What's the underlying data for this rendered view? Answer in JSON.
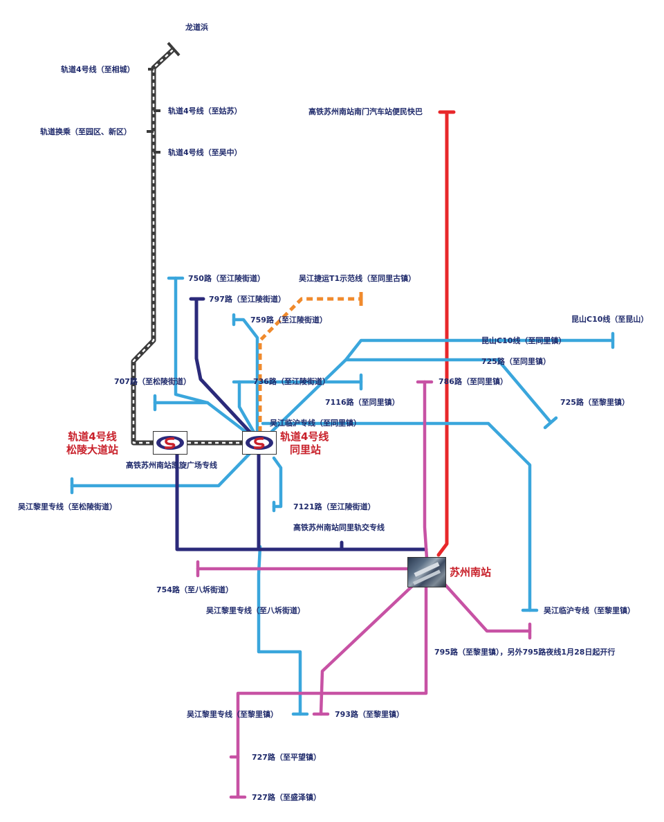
{
  "colors": {
    "line4": "#3b3b3b",
    "blue": "#3aa6dc",
    "navy": "#2b2a7a",
    "red": "#e8272a",
    "magenta": "#c752a4",
    "orange": "#f08a2c",
    "label": "#1f2a6b",
    "station": "#c8202a"
  },
  "stations": {
    "songling": [
      "轨道4号线",
      "松陵大道站"
    ],
    "tongli": [
      "轨道4号线",
      "同里站"
    ],
    "suzhou_south": "苏州南站"
  },
  "icons": {
    "metro": "suzhou-metro-logo-icon",
    "hub": "suzhou-south-station-photo-icon"
  },
  "labels": {
    "longdaobang": "龙道浜",
    "l4_xiangcheng": "轨道4号线（至相城）",
    "l4_gusu": "轨道4号线（至姑苏）",
    "transfer_yuanqu": "轨道换乘（至园区、新区）",
    "l4_wuzhong": "轨道4号线（至吴中）",
    "express_south_gate": "高铁苏州南站南门汽车站便民快巴",
    "r750": "750路（至江陵街道）",
    "t1": "吴江捷运T1示范线（至同里古镇）",
    "r797": "797路（至江陵街道）",
    "r759": "759路（至江陵街道）",
    "kunshan_c10": "昆山C10线（至昆山）",
    "c10_tongli": "昆山C10线（至同里镇）",
    "r725_tongli": "725路（至同里镇）",
    "r707": "707路（至松陵街道）",
    "r736": "736路（至江陵街道）",
    "r786": "786路（至同里镇）",
    "r7116": "7116路（至同里镇）",
    "r725_lili": "725路（至黎里镇）",
    "linhu_tongli": "吴江临沪专线（至同里镇）",
    "kaixuan": "高铁苏州南站凯旋广场专线",
    "lili_songling": "吴江黎里专线（至松陵街道）",
    "r7121": "7121路（至江陵街道）",
    "tongli_rail": "高铁苏州南站同里轨交专线",
    "r754": "754路（至八坼街道）",
    "lili_bache": "吴江黎里专线（至八坼街道）",
    "linhu_lili": "吴江临沪专线（至黎里镇）",
    "r795": "795路（至黎里镇），另外795路夜线1月28日起开行",
    "lili_lili": "吴江黎里专线（至黎里镇）",
    "r793": "793路（至黎里镇）",
    "r727_ping": "727路（至平望镇）",
    "r727_sheng": "727路（至盛泽镇）"
  }
}
